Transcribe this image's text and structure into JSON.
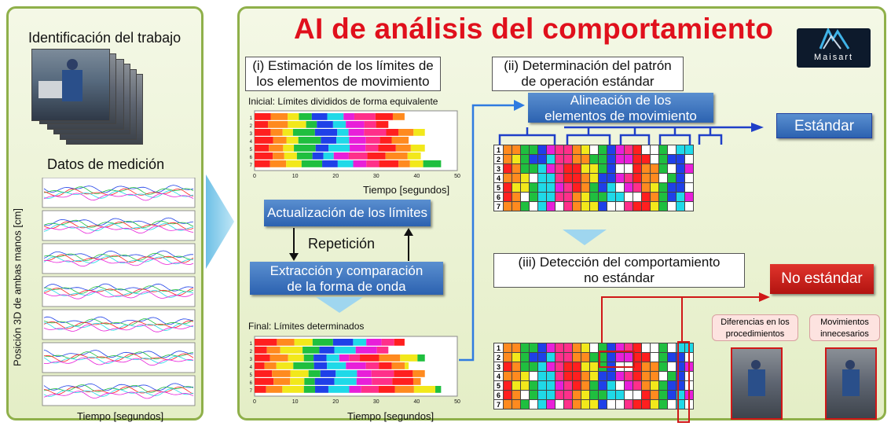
{
  "left_panel": {
    "job_identification_label": "Identificación del trabajo",
    "measurement_label": "Datos de medición",
    "y_axis_label": "Posición 3D de ambas manos [cm]",
    "x_axis_label": "Tiempo [segundos]"
  },
  "main_title": "AI de análisis del comportamiento",
  "logo_text": "Maisart",
  "step1": {
    "title_line1": "(i) Estimación de los límites de",
    "title_line2": "los elementos de movimiento",
    "initial_label": "Inicial: Límites divididos de forma equivalente",
    "time_label": "Tiempo [segundos]",
    "update_button": "Actualización de los límites",
    "repeat_label": "Repetición",
    "extract_line1": "Extracción y comparación",
    "extract_line2": "de la forma de onda",
    "final_label": "Final: Límites determinados",
    "final_time_label": "Tiempo [segundos]"
  },
  "step2": {
    "title_line1": "(ii) Determinación del patrón",
    "title_line2": "de operación estándar",
    "align_line1": "Alineación de los",
    "align_line2": "elementos de movimiento",
    "standard_label": "Estándar"
  },
  "step3": {
    "title_line1": "(iii) Detección del comportamiento",
    "title_line2": "no estándar",
    "non_standard_label": "No estándar",
    "diff_line1": "Diferencias en los",
    "diff_line2": "procedimientos",
    "unnecessary_line1": "Movimientos",
    "unnecessary_line2": "innecesarios"
  },
  "chart_data": [
    {
      "type": "bar",
      "title": "Inicial: Límites divididos de forma equivalente",
      "xlabel": "Tiempo [segundos]",
      "xlim": [
        0,
        50
      ],
      "xticks": [
        "0",
        "10",
        "20",
        "30",
        "40",
        "50"
      ],
      "categories": [
        "1",
        "2",
        "3",
        "4",
        "5",
        "6",
        "7"
      ],
      "row_end": [
        37,
        33,
        42,
        38,
        42,
        41,
        46
      ]
    },
    {
      "type": "bar",
      "title": "Final: Límites determinados",
      "xlabel": "Tiempo [segundos]",
      "xlim": [
        0,
        50
      ],
      "xticks": [
        "0",
        "10",
        "20",
        "30",
        "40",
        "50"
      ],
      "categories": [
        "1",
        "2",
        "3",
        "4",
        "5",
        "6",
        "7"
      ],
      "row_end": [
        37,
        33,
        42,
        38,
        42,
        41,
        46
      ]
    }
  ],
  "colors": {
    "red": "#ff1f1f",
    "orange": "#ff8a1f",
    "yellow": "#f2e81b",
    "green": "#1fbf3f",
    "blue": "#1f40e8",
    "cyan": "#1fd9e8",
    "magenta": "#e81fd9",
    "pink": "#ff2f8a"
  }
}
